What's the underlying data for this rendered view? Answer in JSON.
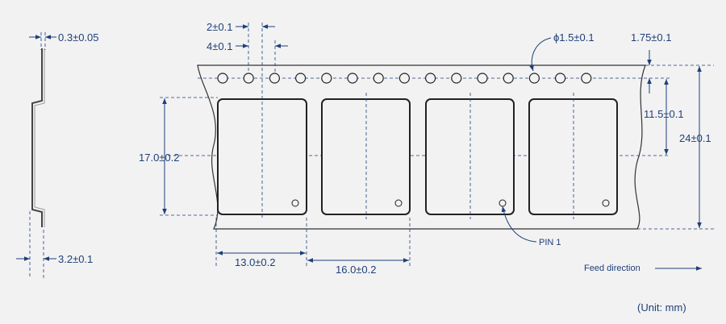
{
  "labels": {
    "side_thickness": "0.3±0.05",
    "side_depth": "3.2±0.1",
    "hole_offset_2": "2±0.1",
    "hole_pitch": "4±0.1",
    "hole_diameter": "ϕ1.5±0.1",
    "hole_edge": "1.75±0.1",
    "pocket_center": "11.5±0.1",
    "tape_width": "24±0.1",
    "pocket_height": "17.0±0.2",
    "pocket_width": "13.0±0.2",
    "pocket_pitch": "16.0±0.2",
    "pin1": "PIN 1",
    "feed_direction": "Feed direction",
    "unit": "(Unit: mm)"
  },
  "colors": {
    "dimension": "#1f3f7a",
    "outline": "#222222",
    "background": "#f2f2f2"
  }
}
